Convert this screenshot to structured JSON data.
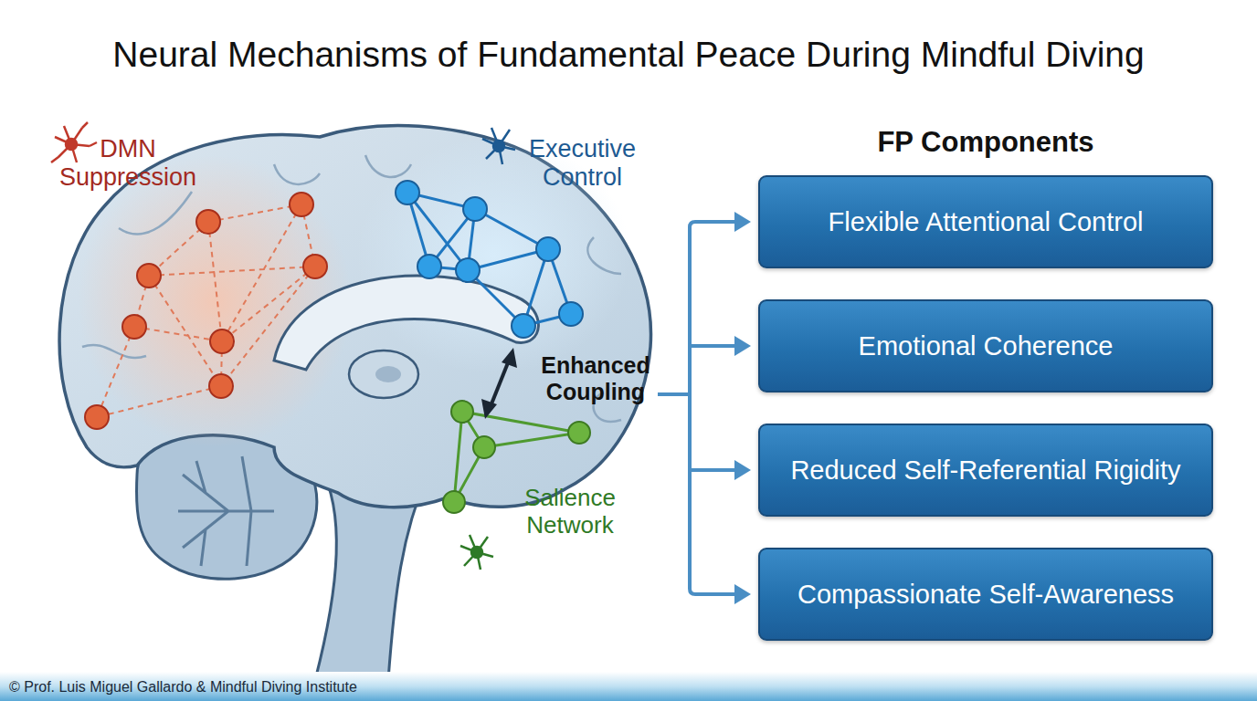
{
  "diagram": {
    "title": "Neural Mechanisms of Fundamental Peace During Mindful Diving",
    "nodes": [
      {
        "text": [
          "Flexible Attentional Control"
        ]
      },
      {
        "text": [
          "Emotional Coherence"
        ]
      },
      {
        "text": [
          "Reduced Self-Referential Rigidity"
        ]
      },
      {
        "text": [
          "Compassionate Self-Awareness"
        ]
      }
    ],
    "labels": [
      "DMN Suppression",
      "Executive Control",
      "Enhanced Coupling",
      "Salience Network",
      "FP Components",
      "© Prof. Luis Miguel Gallardo & Mindful Diving Institute"
    ]
  }
}
